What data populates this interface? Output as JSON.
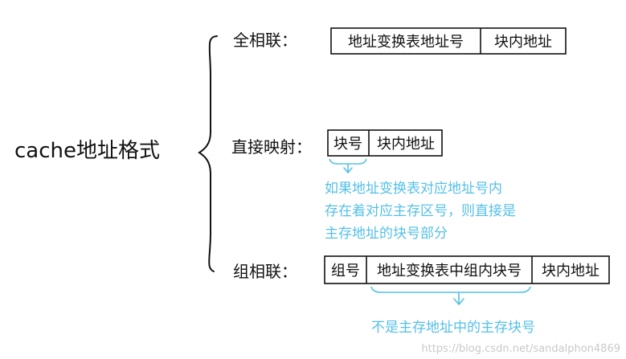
{
  "root_label": "cache地址格式",
  "branches": [
    {
      "label": "全相联：",
      "fields": [
        "地址变换表地址号",
        "块内地址"
      ]
    },
    {
      "label": "直接映射：",
      "fields": [
        "块号",
        "块内地址"
      ],
      "note_lines": [
        "如果地址变换表对应地址号内",
        "存在着对应主存区号，则直接是",
        "主存地址的块号部分"
      ]
    },
    {
      "label": "组相联：",
      "fields": [
        "组号",
        "地址变换表中组内块号",
        "块内地址"
      ],
      "note_lines": [
        "不是主存地址中的主存块号"
      ]
    }
  ],
  "watermark": "https://blog.csdn.net/sandalphon4869",
  "colors": {
    "ink": "#111111",
    "annotation": "#55c0e8",
    "watermark": "#c9c9c9",
    "background": "#ffffff"
  }
}
